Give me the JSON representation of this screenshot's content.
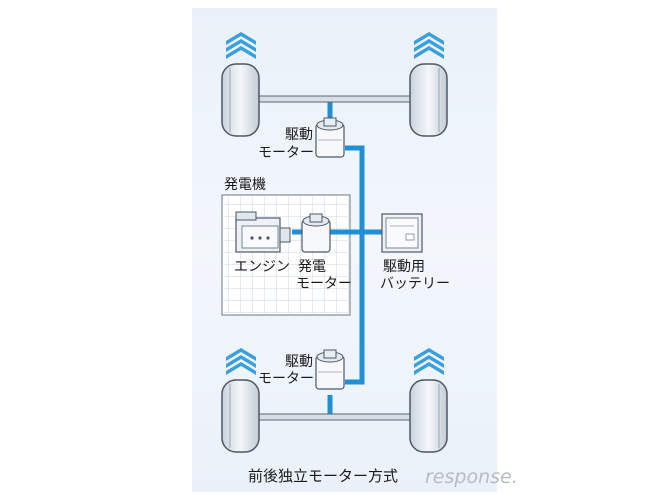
{
  "labels": {
    "front_motor_line1": "駆動",
    "front_motor_line2": "モーター",
    "generator": "発電機",
    "engine": "エンジン",
    "gen_motor_line1": "発電",
    "gen_motor_line2": "モーター",
    "battery_line1": "駆動用",
    "battery_line2": "バッテリー",
    "rear_motor_line1": "駆動",
    "rear_motor_line2": "モーター",
    "caption": "前後独立モーター方式"
  },
  "watermark": "response.",
  "colors": {
    "wire": "#1f8fd6",
    "arrow": "#3aa0dd",
    "tire": "#dfe7ef",
    "grid": "#c9d8e6",
    "panel": "#eaf1fa"
  }
}
